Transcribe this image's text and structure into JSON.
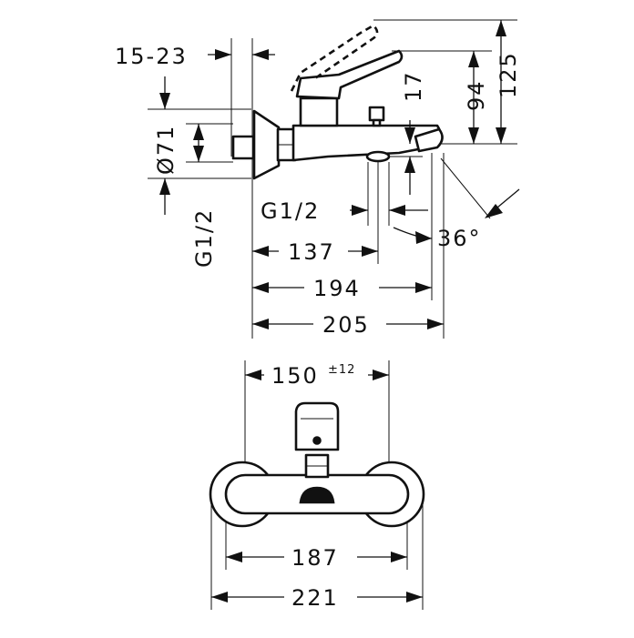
{
  "dimensions": {
    "wall_span": "15-23",
    "diameter": "Ø71",
    "inlet_thread": "G1/2",
    "outlet_thread": "G1/2",
    "spout_drop": "17",
    "handle_height": "94",
    "total_height": "125",
    "angle": "36°",
    "len_137": "137",
    "len_194": "194",
    "len_205": "205",
    "centers": "150",
    "centers_tol": "±12",
    "width_187": "187",
    "width_221": "221"
  },
  "icons": {
    "arrow": "arrowhead-icon"
  }
}
